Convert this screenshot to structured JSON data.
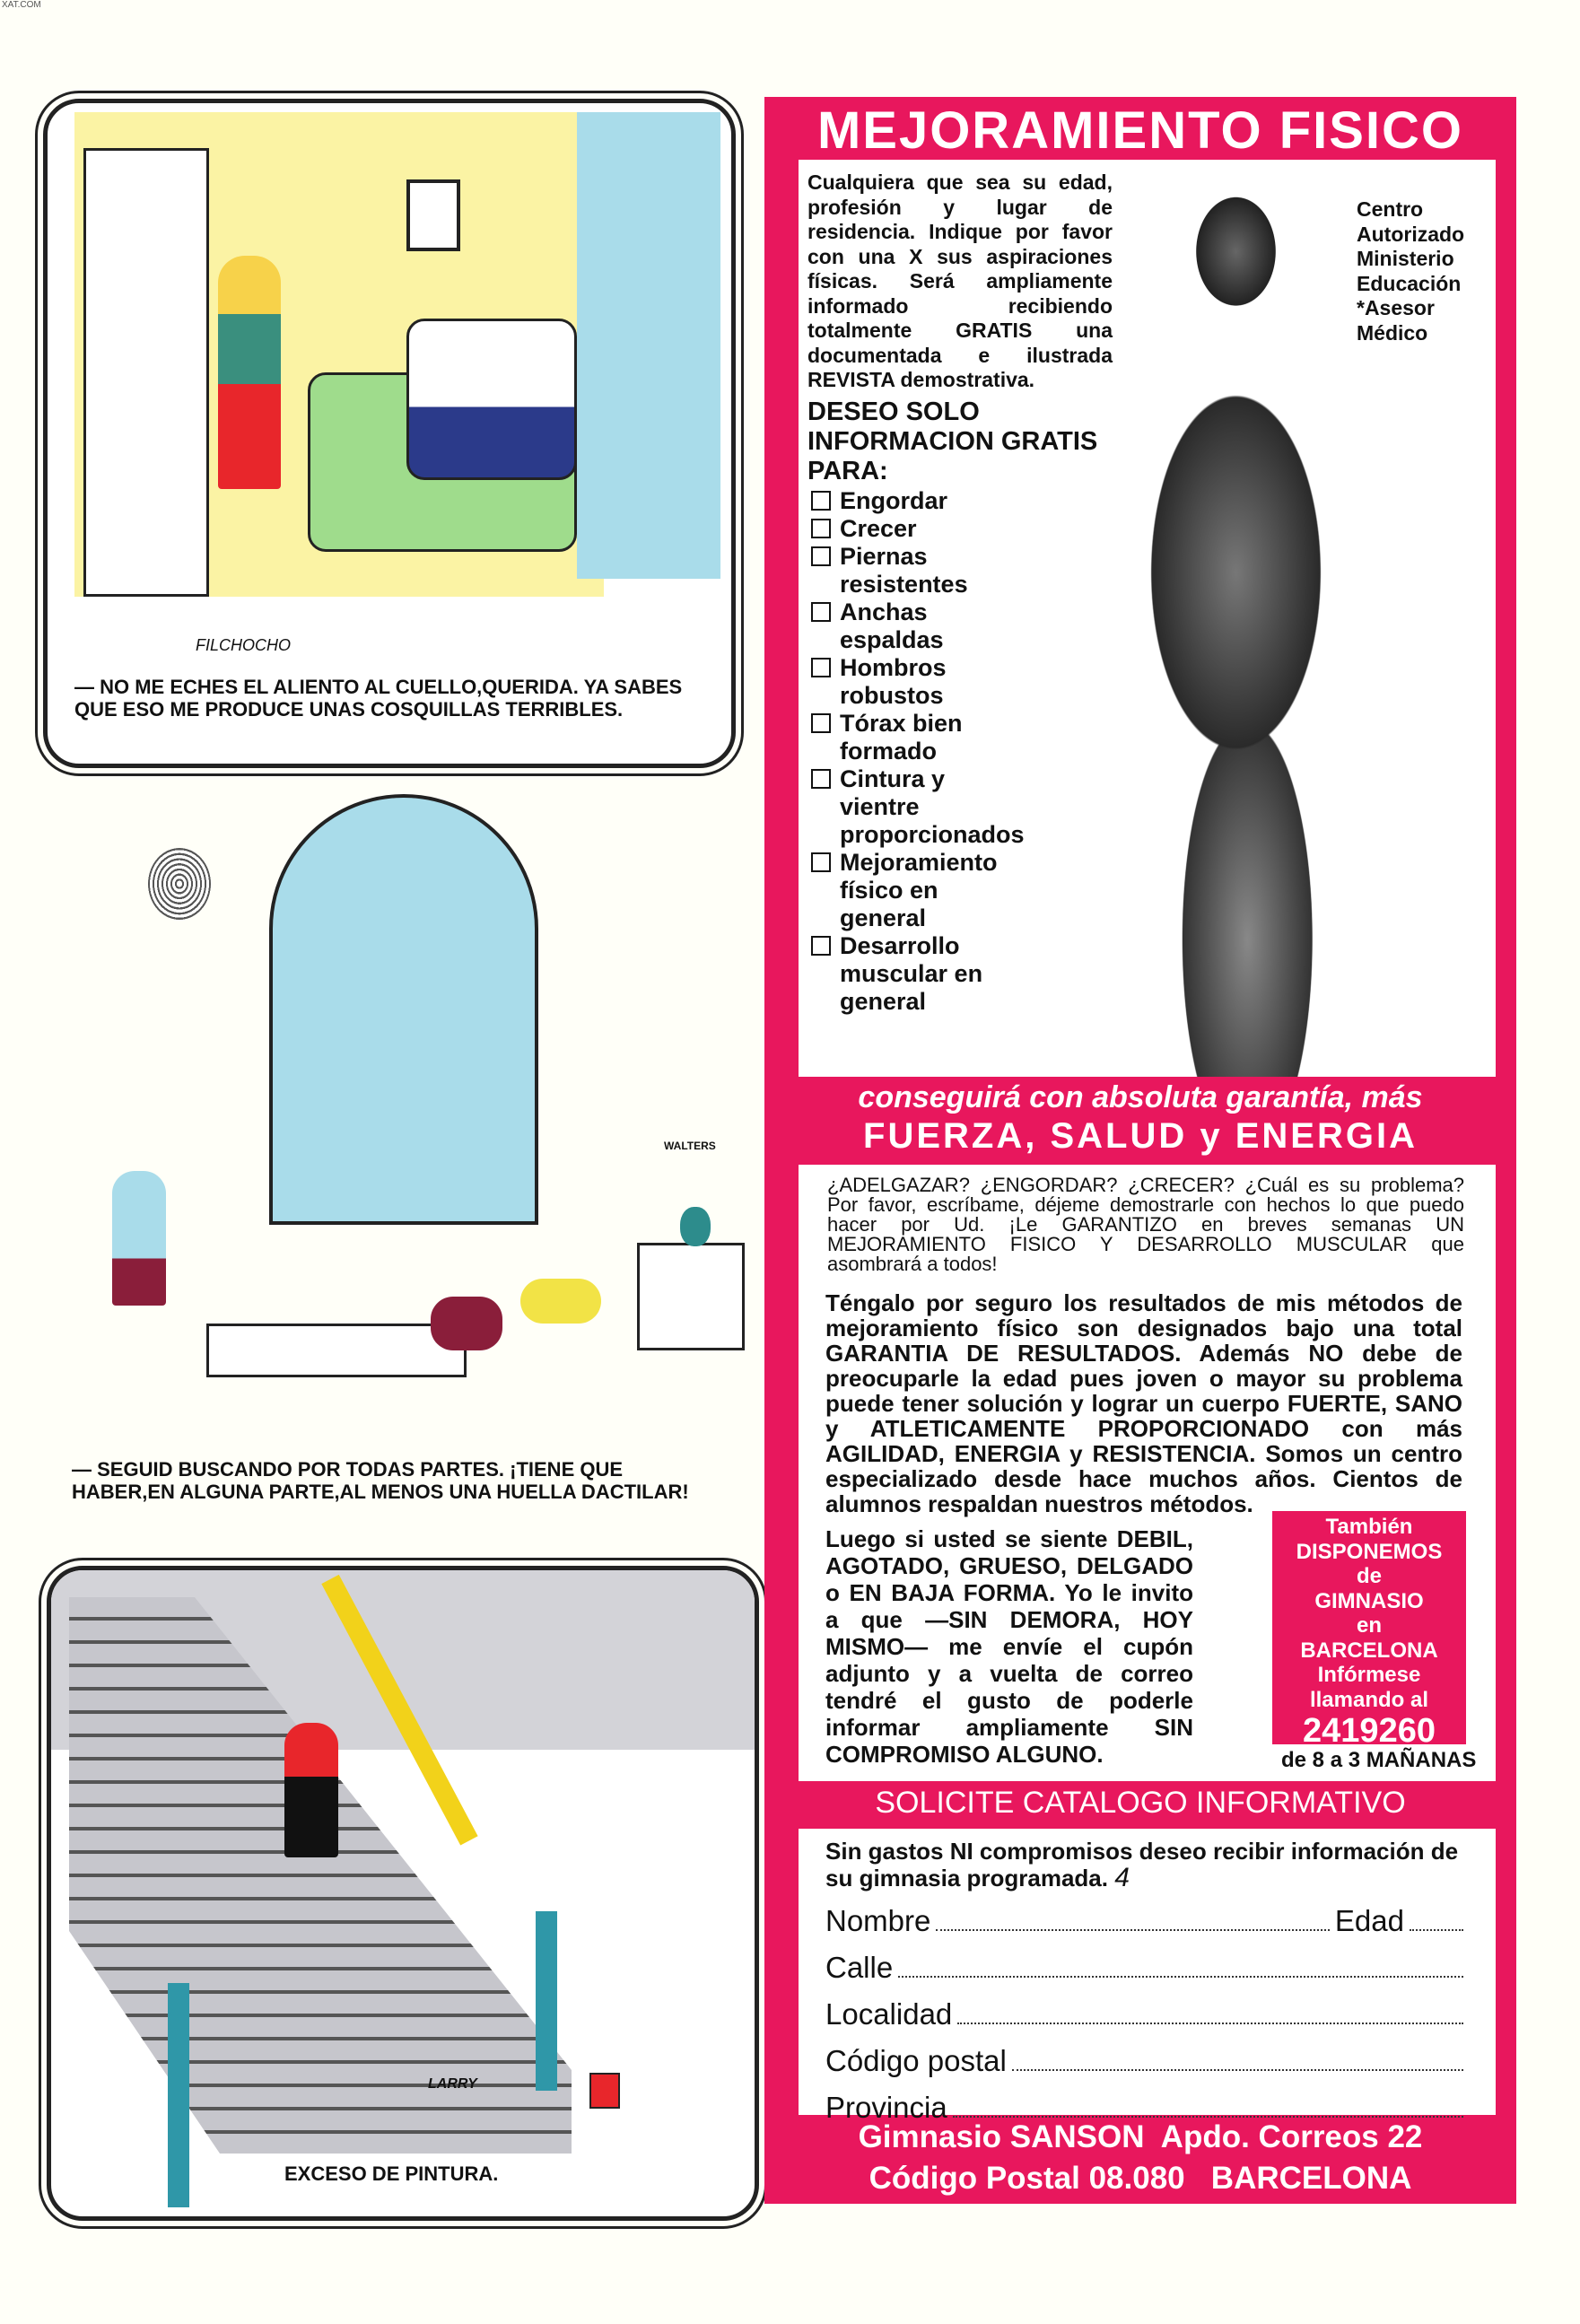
{
  "watermark": "XAT.COM",
  "comics": [
    {
      "signature": "FILCHOCHO",
      "caption": "— NO ME ECHES EL ALIENTO AL CUELLO,QUERIDA. YA SABES QUE ESO ME PRODUCE UNAS COSQUILLAS TERRIBLES."
    },
    {
      "signature": "WALTERS",
      "caption": "— SEGUID BUSCANDO POR TODAS PARTES. ¡TIENE QUE HABER,EN ALGUNA PARTE,AL MENOS UNA HUELLA DACTILAR!"
    },
    {
      "signature": "LARRY",
      "caption": "EXCESO DE PINTURA."
    }
  ],
  "ad": {
    "title": "MEJORAMIENTO FISICO",
    "intro": "Cualquiera que sea su edad, profesión y lugar de residencia. Indique por favor con una X sus aspiraciones físicas. Será ampliamente informado recibiendo totalmente GRATIS una documentada e ilustrada REVISTA demostrativa.",
    "side_note": "Centro Autorizado Ministerio Educación *Asesor Médico",
    "request_heading": "DESEO SOLO INFORMACION GRATIS PARA:",
    "options": [
      "Engordar",
      "Crecer",
      "Piernas resistentes",
      "Anchas espaldas",
      "Hombros robustos",
      "Tórax bien formado",
      "Cintura y vientre proporcionados",
      "Mejoramiento físico en general",
      "Desarrollo muscular en general"
    ],
    "band_line1": "conseguirá con absoluta garantía, más",
    "band_line2": "FUERZA, SALUD y ENERGIA",
    "para1": "¿ADELGAZAR? ¿ENGORDAR? ¿CRECER? ¿Cuál es su problema? Por favor, escríbame, déjeme demostrarle con hechos lo que puedo hacer por Ud. ¡Le GARANTIZO en breves semanas UN MEJORAMIENTO FISICO Y DESARROLLO MUSCULAR que asombrará a todos!",
    "para2": "Téngalo por seguro los resultados de mis métodos de mejoramiento físico son designados bajo una total GARANTIA DE RESULTADOS. Además NO debe de preocuparle la edad pues joven o mayor su problema puede tener solución y lograr un cuerpo FUERTE, SANO y ATLETICAMENTE PROPORCIONADO con más AGILIDAD, ENERGIA y RESISTENCIA. Somos un centro especializado desde hace muchos años. Cientos de alumnos respaldan nuestros métodos.",
    "para3": "Luego si usted se siente DEBIL, AGOTADO, GRUESO, DELGADO o EN BAJA FORMA. Yo le invito a que —SIN DEMORA, HOY MISMO— me envíe el cupón adjunto y a vuelta de correo tendré el gusto de poderle informar ampliamente SIN COMPROMISO ALGUNO.",
    "gym_box": {
      "l1": "También",
      "l2": "DISPONEMOS",
      "l3": "de",
      "l4": "GIMNASIO",
      "l5": "en",
      "l6": "BARCELONA",
      "l7": "Infórmese",
      "l8": "llamando al",
      "phone": "2419260",
      "hours": "de 8 a 3 MAÑANAS"
    },
    "catalog_title": "SOLICITE CATALOGO INFORMATIVO",
    "form_intro": "Sin gastos NI compromisos deseo recibir información de su gimnasia programada.",
    "form_mark": "4",
    "fields": {
      "nombre": "Nombre",
      "edad": "Edad",
      "calle": "Calle",
      "localidad": "Localidad",
      "cp": "Código postal",
      "provincia": "Provincia"
    },
    "footer1": "Gimnasio SANSON  Apdo. Correos 22",
    "footer2": "Código Postal 08.080   BARCELONA"
  }
}
